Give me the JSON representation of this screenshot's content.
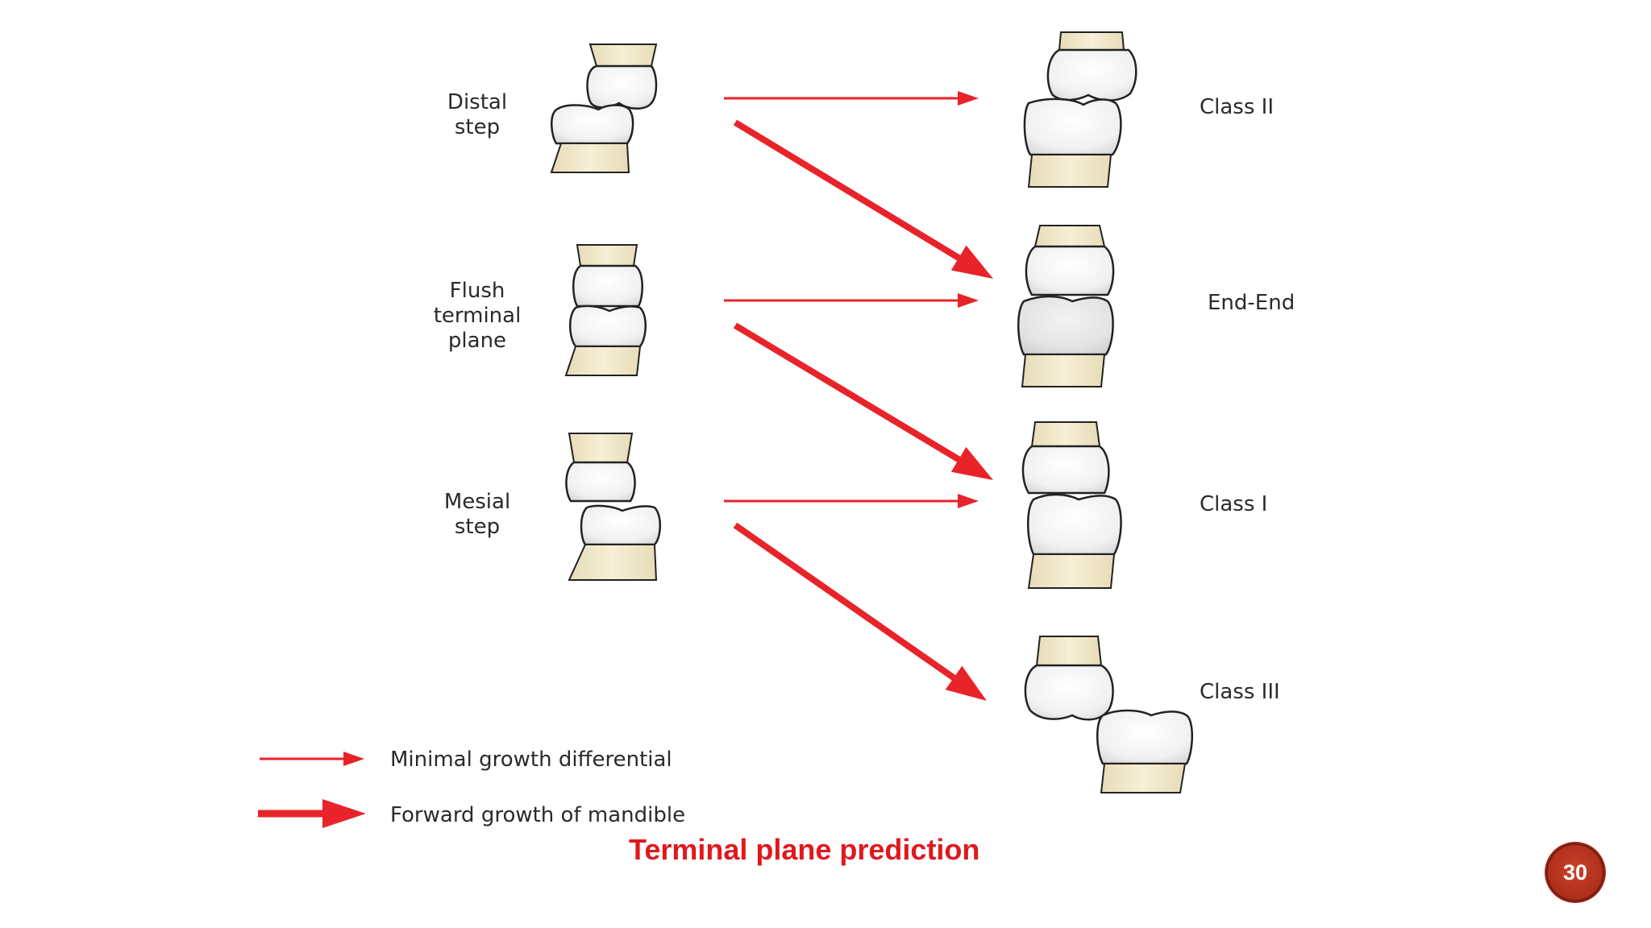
{
  "left_stages": [
    {
      "id": "distal-step",
      "label": "Distal\nstep"
    },
    {
      "id": "flush-terminal-plane",
      "label": "Flush\nterminal\nplane"
    },
    {
      "id": "mesial-step",
      "label": "Mesial\nstep"
    }
  ],
  "outcomes": [
    {
      "id": "class-2",
      "label": "Class II"
    },
    {
      "id": "end-end",
      "label": "End-End"
    },
    {
      "id": "class-1",
      "label": "Class I"
    },
    {
      "id": "class-3",
      "label": "Class III"
    }
  ],
  "transitions": [
    {
      "from": "distal-step",
      "to": "class-2",
      "type": "minimal"
    },
    {
      "from": "distal-step",
      "to": "end-end",
      "type": "forward"
    },
    {
      "from": "flush-terminal-plane",
      "to": "end-end",
      "type": "minimal"
    },
    {
      "from": "flush-terminal-plane",
      "to": "class-1",
      "type": "forward"
    },
    {
      "from": "mesial-step",
      "to": "class-1",
      "type": "minimal"
    },
    {
      "from": "mesial-step",
      "to": "class-3",
      "type": "forward"
    }
  ],
  "legend": {
    "minimal_label": "Minimal growth differential",
    "forward_label": "Forward growth of mandible"
  },
  "title": "Terminal plane prediction",
  "page_number": "30",
  "colors": {
    "arrow": "#e8232a",
    "title": "#e0191d",
    "root": "#f0e6c8",
    "crown": "#f4f4f4",
    "badge": "#b3321d"
  }
}
